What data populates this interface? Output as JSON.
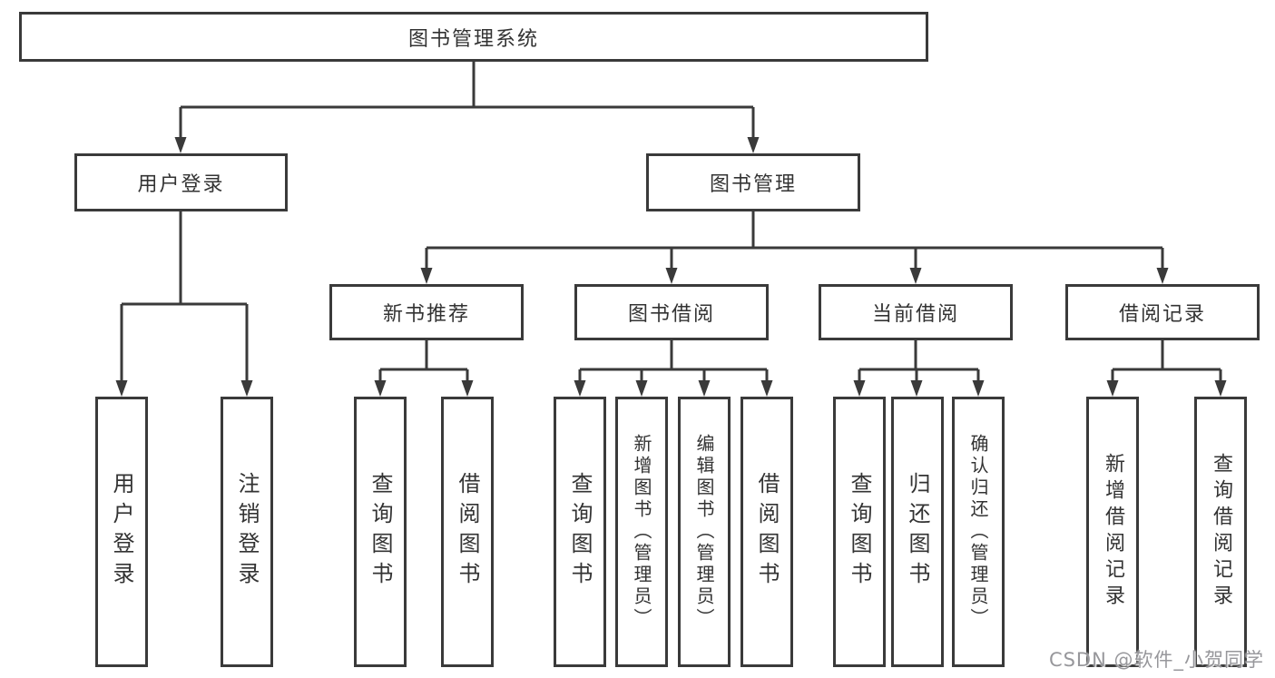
{
  "title": "图书管理系统",
  "colors": {
    "line": "#3a3a3a",
    "box_border": "#3a3a3a",
    "text": "#333333",
    "background": "#ffffff",
    "watermark": "#91919a"
  },
  "nodes": {
    "root": "图书管理系统",
    "level2": [
      "用户登录",
      "图书管理"
    ],
    "level3": [
      "新书推荐",
      "图书借阅",
      "当前借阅",
      "借阅记录"
    ],
    "leaves": [
      "用户登录",
      "注销登录",
      "查询图书",
      "借阅图书",
      "查询图书",
      "新增图书（管理员）",
      "编辑图书（管理员）",
      "借阅图书",
      "查询图书",
      "归还图书",
      "确认归还（管理员）",
      "新增借阅记录",
      "查询借阅记录"
    ]
  },
  "watermark": "CSDN @软件_小贺同学"
}
